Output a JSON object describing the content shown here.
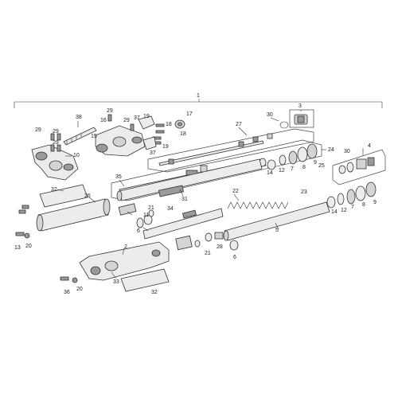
{
  "diagram": {
    "top_bracket_label": "1",
    "labels": {
      "p38": "38",
      "p29a": "29",
      "p29b": "29",
      "p10": "10",
      "p29c": "29",
      "p16": "16",
      "p15": "15",
      "p29d": "29",
      "p37a": "37",
      "p19a": "19",
      "p18a": "18",
      "p17": "17",
      "p19b": "19",
      "p37b": "37",
      "p18b": "18",
      "p30a": "30",
      "p3": "3",
      "p27": "27",
      "p24": "24",
      "p4": "4",
      "p25": "25",
      "p14a": "14",
      "p12a": "12",
      "p7a": "7",
      "p8a": "8",
      "p9a": "9",
      "p30b": "30",
      "p14b": "14",
      "p12b": "12",
      "p7b": "7",
      "p8b": "8",
      "p9b": "9",
      "p35": "35",
      "p31": "31",
      "p22": "22",
      "p23": "23",
      "p32a": "32",
      "p26": "26",
      "p21a": "21",
      "p34": "34",
      "p11": "11",
      "p6a": "6",
      "p5": "5",
      "p13": "13",
      "p20a": "20",
      "p2": "2",
      "p21b": "21",
      "p28": "28",
      "p6b": "6",
      "p33": "33",
      "p36": "36",
      "p20b": "20",
      "p32b": "32"
    }
  }
}
